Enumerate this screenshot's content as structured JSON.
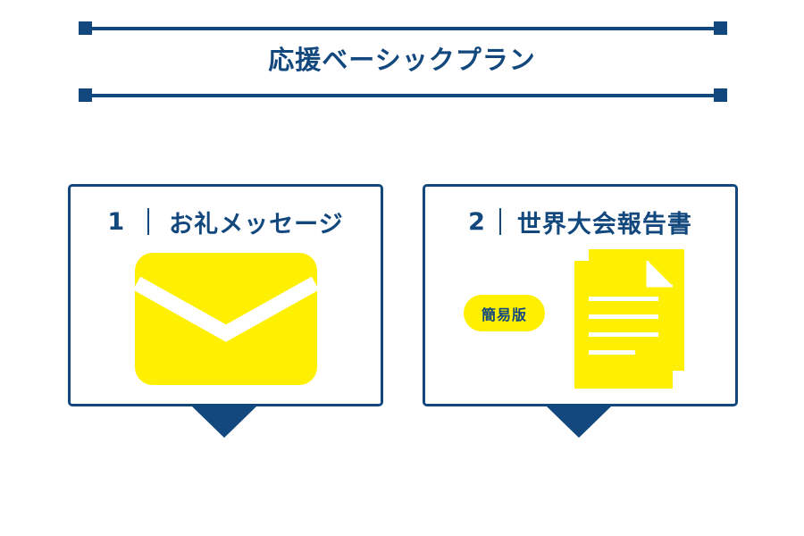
{
  "header": {
    "title": "応援ベーシックプラン"
  },
  "cards": [
    {
      "number": "1",
      "label": "お礼メッセージ",
      "icon": "envelope-icon"
    },
    {
      "number": "2",
      "label": "世界大会報告書",
      "badge": "簡易版",
      "icon": "documents-icon"
    }
  ],
  "colors": {
    "navy": "#12487d",
    "yellow": "#ffef00",
    "background": "#ffffff"
  }
}
